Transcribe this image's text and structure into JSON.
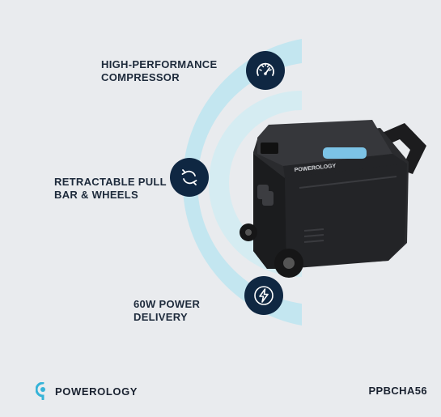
{
  "features": [
    {
      "lines": [
        "HIGH-PERFORMANCE",
        "COMPRESSOR"
      ],
      "icon": "gauge-icon"
    },
    {
      "lines": [
        "RETRACTABLE PULL",
        "BAR & WHEELS"
      ],
      "icon": "rotate-arrows-icon"
    },
    {
      "lines": [
        "60W POWER",
        "DELIVERY"
      ],
      "icon": "lightning-icon"
    }
  ],
  "product": {
    "name": "cooler-image",
    "lid_logo": "POWEROLOGY"
  },
  "footer": {
    "brand": "POWEROLOGY",
    "model": "PPBCHA56"
  },
  "colors": {
    "background": "#e9ebee",
    "arc": "#bfe6ef",
    "badge": "#0f2742",
    "text": "#1d2a3b",
    "brand_icon": "#36b3d8",
    "handle_accent": "#7cc3e6"
  }
}
